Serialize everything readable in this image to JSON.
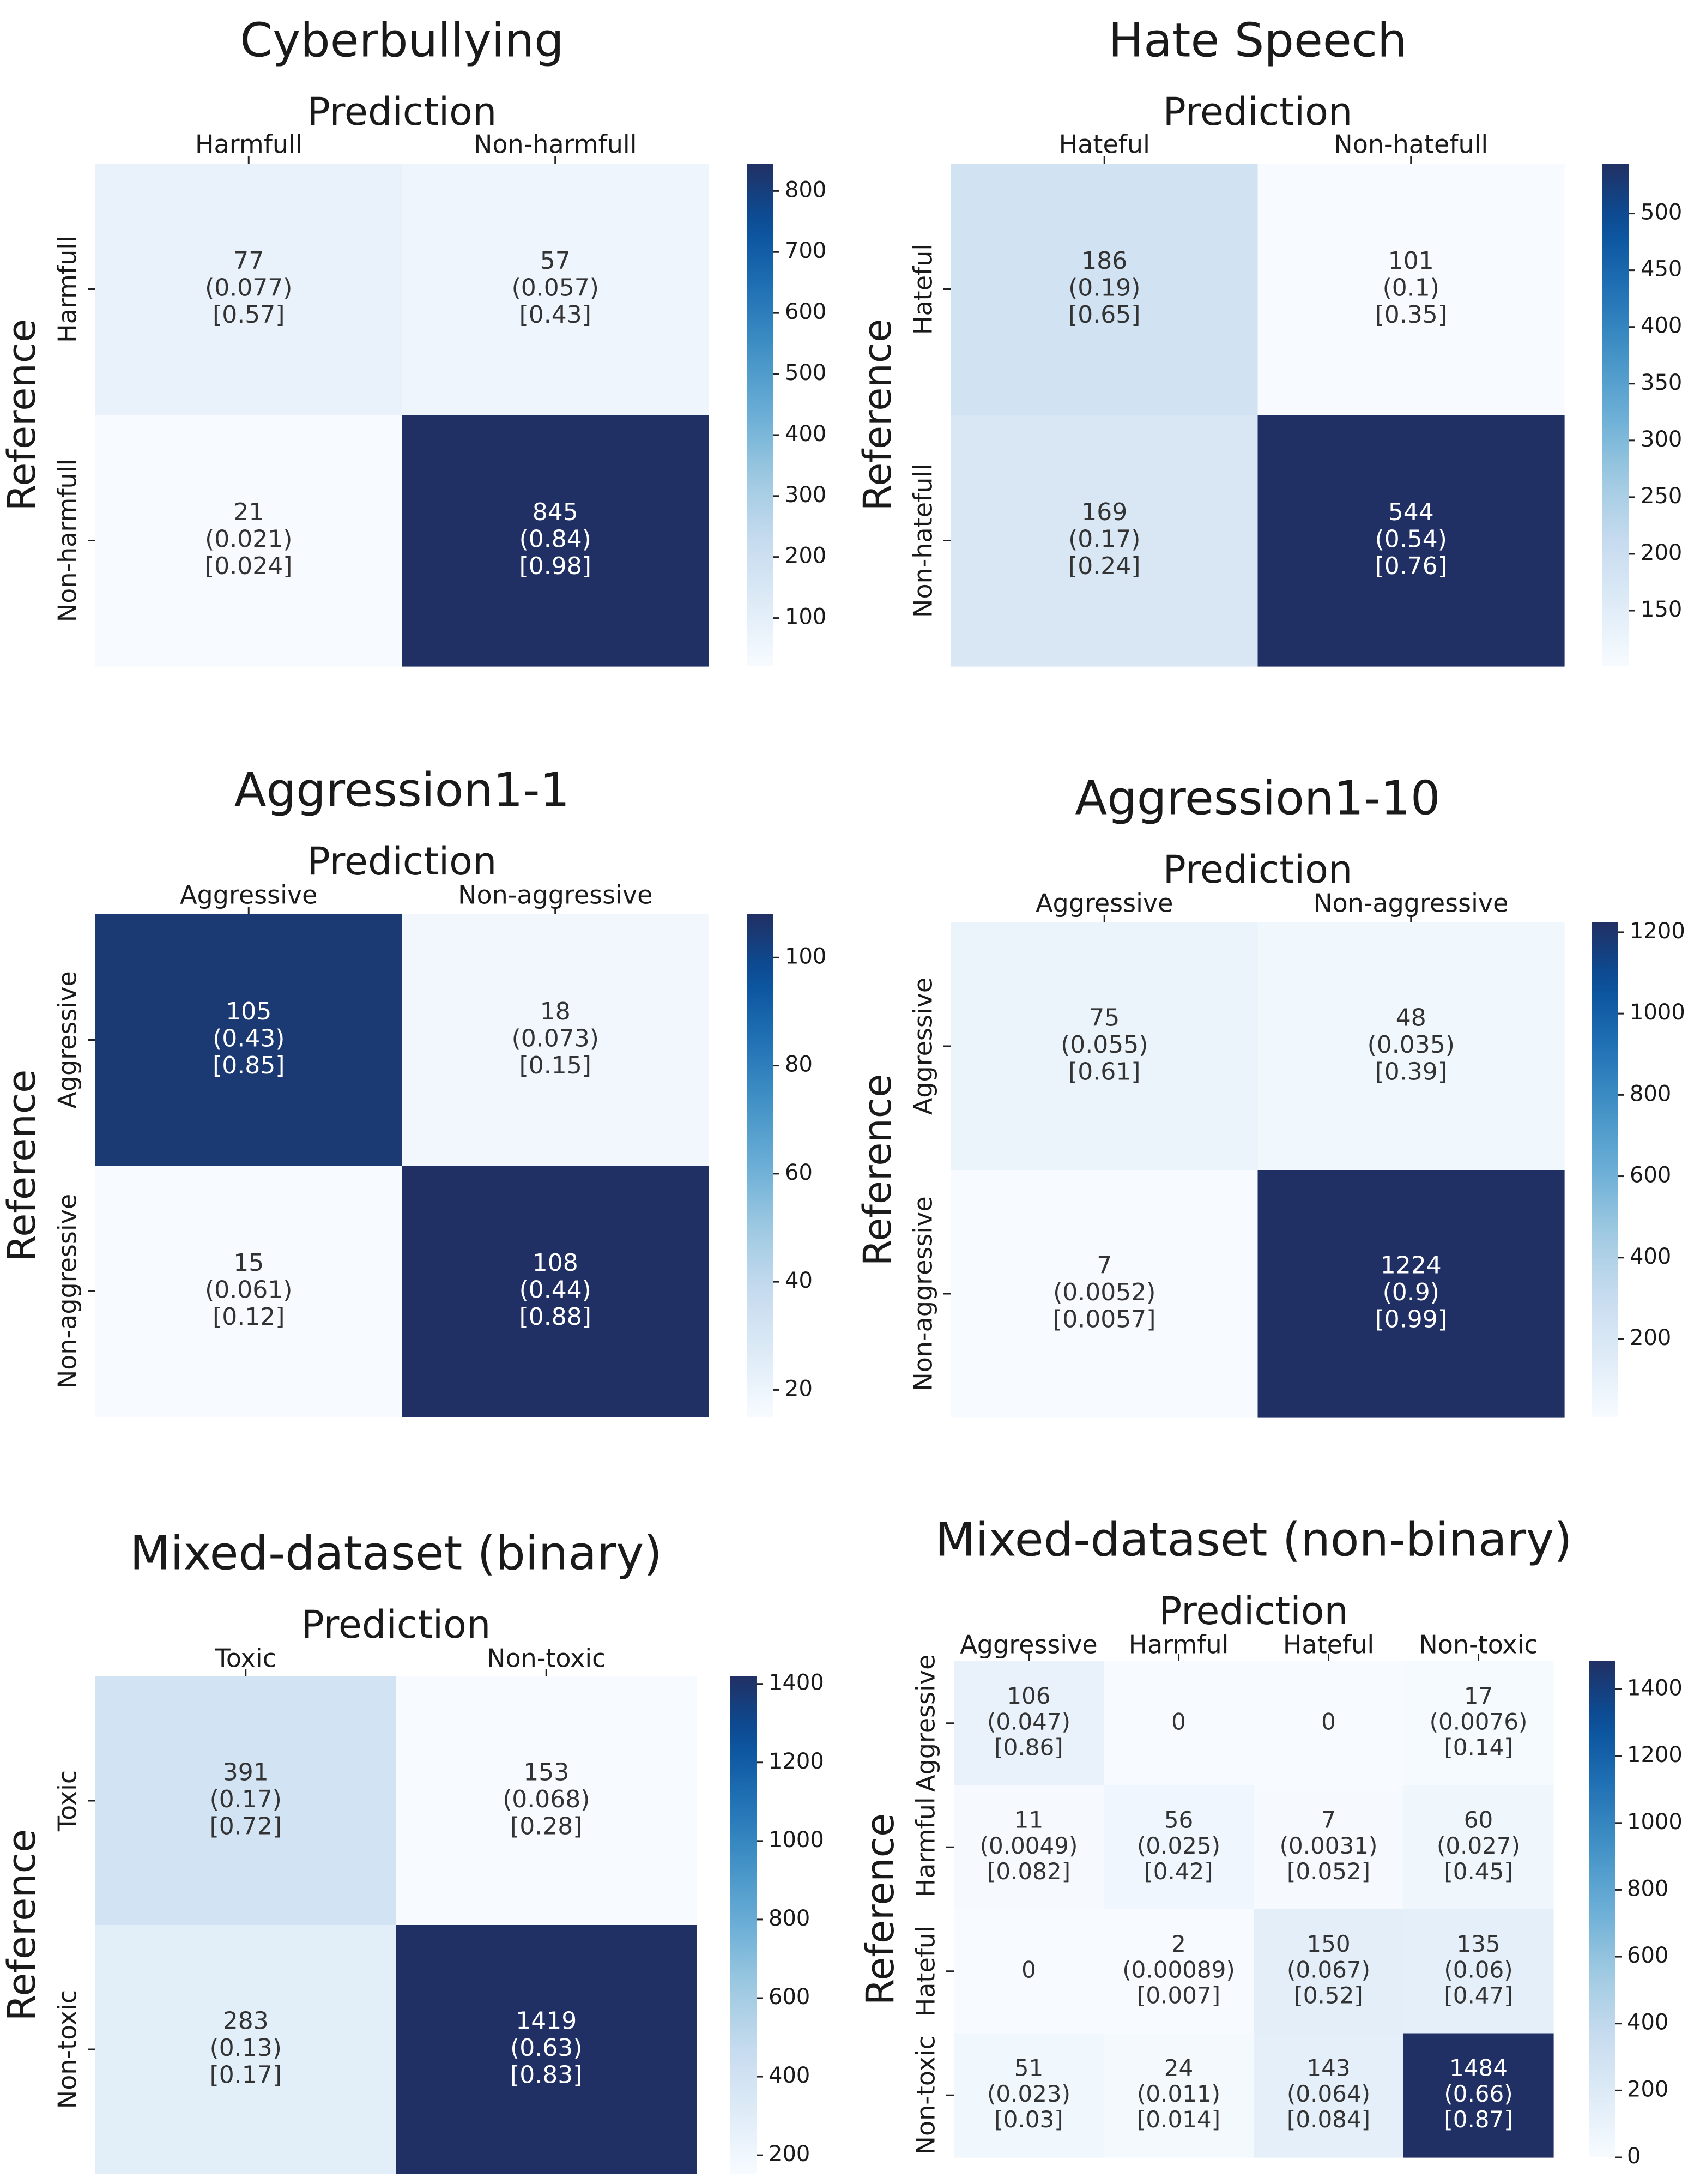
{
  "chart_data": [
    {
      "type": "heatmap",
      "title": "Cyberbullying",
      "xlabel": "Prediction",
      "ylabel": "Reference",
      "x_categories": [
        "Harmfull",
        "Non-harmfull"
      ],
      "y_categories": [
        "Harmfull",
        "Non-harmfull"
      ],
      "cells": [
        [
          {
            "count": "77",
            "ratio": "(0.077)",
            "recall": "[0.57]"
          },
          {
            "count": "57",
            "ratio": "(0.057)",
            "recall": "[0.43]"
          }
        ],
        [
          {
            "count": "21",
            "ratio": "(0.021)",
            "recall": "[0.024]"
          },
          {
            "count": "845",
            "ratio": "(0.84)",
            "recall": "[0.98]"
          }
        ]
      ],
      "values": [
        [
          77,
          57
        ],
        [
          21,
          845
        ]
      ],
      "colorbar": {
        "min": 21,
        "max": 845,
        "ticks": [
          100,
          200,
          300,
          400,
          500,
          600,
          700,
          800
        ]
      }
    },
    {
      "type": "heatmap",
      "title": "Hate Speech",
      "xlabel": "Prediction",
      "ylabel": "Reference",
      "x_categories": [
        "Hateful",
        "Non-hatefull"
      ],
      "y_categories": [
        "Hateful",
        "Non-hatefull"
      ],
      "cells": [
        [
          {
            "count": "186",
            "ratio": "(0.19)",
            "recall": "[0.65]"
          },
          {
            "count": "101",
            "ratio": "(0.1)",
            "recall": "[0.35]"
          }
        ],
        [
          {
            "count": "169",
            "ratio": "(0.17)",
            "recall": "[0.24]"
          },
          {
            "count": "544",
            "ratio": "(0.54)",
            "recall": "[0.76]"
          }
        ]
      ],
      "values": [
        [
          186,
          101
        ],
        [
          169,
          544
        ]
      ],
      "colorbar": {
        "min": 101,
        "max": 544,
        "ticks": [
          150,
          200,
          250,
          300,
          350,
          400,
          450,
          500
        ]
      }
    },
    {
      "type": "heatmap",
      "title": "Aggression1-1",
      "xlabel": "Prediction",
      "ylabel": "Reference",
      "x_categories": [
        "Aggressive",
        "Non-aggressive"
      ],
      "y_categories": [
        "Aggressive",
        "Non-aggressive"
      ],
      "cells": [
        [
          {
            "count": "105",
            "ratio": "(0.43)",
            "recall": "[0.85]"
          },
          {
            "count": "18",
            "ratio": "(0.073)",
            "recall": "[0.15]"
          }
        ],
        [
          {
            "count": "15",
            "ratio": "(0.061)",
            "recall": "[0.12]"
          },
          {
            "count": "108",
            "ratio": "(0.44)",
            "recall": "[0.88]"
          }
        ]
      ],
      "values": [
        [
          105,
          18
        ],
        [
          15,
          108
        ]
      ],
      "colorbar": {
        "min": 15,
        "max": 108,
        "ticks": [
          20,
          40,
          60,
          80,
          100
        ]
      }
    },
    {
      "type": "heatmap",
      "title": "Aggression1-10",
      "xlabel": "Prediction",
      "ylabel": "Reference",
      "x_categories": [
        "Aggressive",
        "Non-aggressive"
      ],
      "y_categories": [
        "Aggressive",
        "Non-aggressive"
      ],
      "cells": [
        [
          {
            "count": "75",
            "ratio": "(0.055)",
            "recall": "[0.61]"
          },
          {
            "count": "48",
            "ratio": "(0.035)",
            "recall": "[0.39]"
          }
        ],
        [
          {
            "count": "7",
            "ratio": "(0.0052)",
            "recall": "[0.0057]"
          },
          {
            "count": "1224",
            "ratio": "(0.9)",
            "recall": "[0.99]"
          }
        ]
      ],
      "values": [
        [
          75,
          48
        ],
        [
          7,
          1224
        ]
      ],
      "colorbar": {
        "min": 7,
        "max": 1224,
        "ticks": [
          200,
          400,
          600,
          800,
          1000,
          1200
        ]
      }
    },
    {
      "type": "heatmap",
      "title": "Mixed-dataset (binary)",
      "xlabel": "Prediction",
      "ylabel": "Reference",
      "x_categories": [
        "Toxic",
        "Non-toxic"
      ],
      "y_categories": [
        "Toxic",
        "Non-toxic"
      ],
      "cells": [
        [
          {
            "count": "391",
            "ratio": "(0.17)",
            "recall": "[0.72]"
          },
          {
            "count": "153",
            "ratio": "(0.068)",
            "recall": "[0.28]"
          }
        ],
        [
          {
            "count": "283",
            "ratio": "(0.13)",
            "recall": "[0.17]"
          },
          {
            "count": "1419",
            "ratio": "(0.63)",
            "recall": "[0.83]"
          }
        ]
      ],
      "values": [
        [
          391,
          153
        ],
        [
          283,
          1419
        ]
      ],
      "colorbar": {
        "min": 153,
        "max": 1419,
        "ticks": [
          200,
          400,
          600,
          800,
          1000,
          1200,
          1400
        ]
      }
    },
    {
      "type": "heatmap",
      "title": "Mixed-dataset (non-binary)",
      "xlabel": "Prediction",
      "ylabel": "Reference",
      "x_categories": [
        "Aggressive",
        "Harmful",
        "Hateful",
        "Non-toxic"
      ],
      "y_categories": [
        "Aggressive",
        "Harmful",
        "Hateful",
        "Non-toxic"
      ],
      "cells": [
        [
          {
            "count": "106",
            "ratio": "(0.047)",
            "recall": "[0.86]"
          },
          {
            "count": "0",
            "ratio": "",
            "recall": ""
          },
          {
            "count": "0",
            "ratio": "",
            "recall": ""
          },
          {
            "count": "17",
            "ratio": "(0.0076)",
            "recall": "[0.14]"
          }
        ],
        [
          {
            "count": "11",
            "ratio": "(0.0049)",
            "recall": "[0.082]"
          },
          {
            "count": "56",
            "ratio": "(0.025)",
            "recall": "[0.42]"
          },
          {
            "count": "7",
            "ratio": "(0.0031)",
            "recall": "[0.052]"
          },
          {
            "count": "60",
            "ratio": "(0.027)",
            "recall": "[0.45]"
          }
        ],
        [
          {
            "count": "0",
            "ratio": "",
            "recall": ""
          },
          {
            "count": "2",
            "ratio": "(0.00089)",
            "recall": "[0.007]"
          },
          {
            "count": "150",
            "ratio": "(0.067)",
            "recall": "[0.52]"
          },
          {
            "count": "135",
            "ratio": "(0.06)",
            "recall": "[0.47]"
          }
        ],
        [
          {
            "count": "51",
            "ratio": "(0.023)",
            "recall": "[0.03]"
          },
          {
            "count": "24",
            "ratio": "(0.011)",
            "recall": "[0.014]"
          },
          {
            "count": "143",
            "ratio": "(0.064)",
            "recall": "[0.084]"
          },
          {
            "count": "1484",
            "ratio": "(0.66)",
            "recall": "[0.87]"
          }
        ]
      ],
      "values": [
        [
          106,
          0,
          0,
          17
        ],
        [
          11,
          56,
          7,
          60
        ],
        [
          0,
          2,
          150,
          135
        ],
        [
          51,
          24,
          143,
          1484
        ]
      ],
      "colorbar": {
        "min": 0,
        "max": 1484,
        "ticks": [
          0,
          200,
          400,
          600,
          800,
          1000,
          1200,
          1400
        ]
      }
    }
  ]
}
